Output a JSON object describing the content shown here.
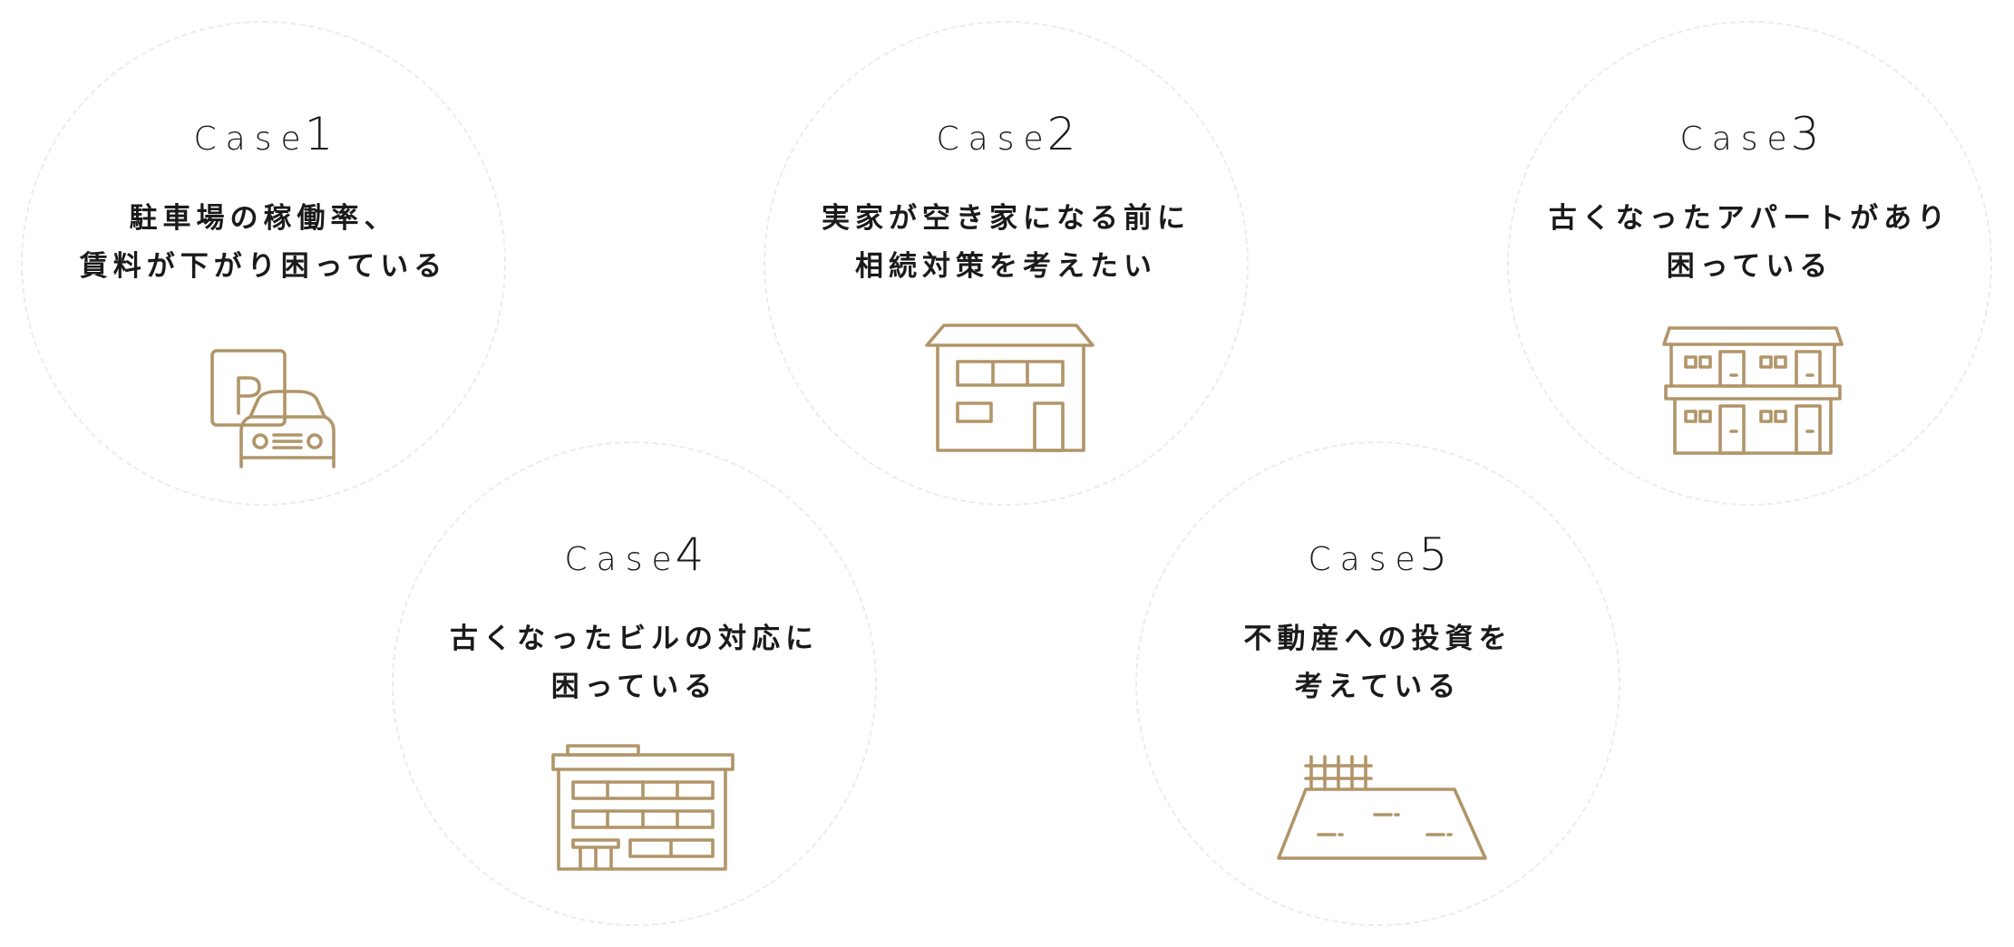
{
  "cases": [
    {
      "word": "Case",
      "number": "1",
      "lines": [
        "駐車場の稼働率、",
        "賃料が下がり困っている"
      ],
      "icon": "parking-car-icon"
    },
    {
      "word": "Case",
      "number": "2",
      "lines": [
        "実家が空き家になる前に",
        "相続対策を考えたい"
      ],
      "icon": "house-icon"
    },
    {
      "word": "Case",
      "number": "3",
      "lines": [
        "古くなったアパートがあり",
        "困っている"
      ],
      "icon": "apartment-icon"
    },
    {
      "word": "Case",
      "number": "4",
      "lines": [
        "古くなったビルの対応に",
        "困っている"
      ],
      "icon": "office-building-icon"
    },
    {
      "word": "Case",
      "number": "5",
      "lines": [
        "不動産への投資を",
        "考えている"
      ],
      "icon": "land-plot-icon"
    }
  ],
  "colors": {
    "icon_stroke": "#b19569",
    "text": "#1a1a1a",
    "circle_border": "#ececec"
  }
}
